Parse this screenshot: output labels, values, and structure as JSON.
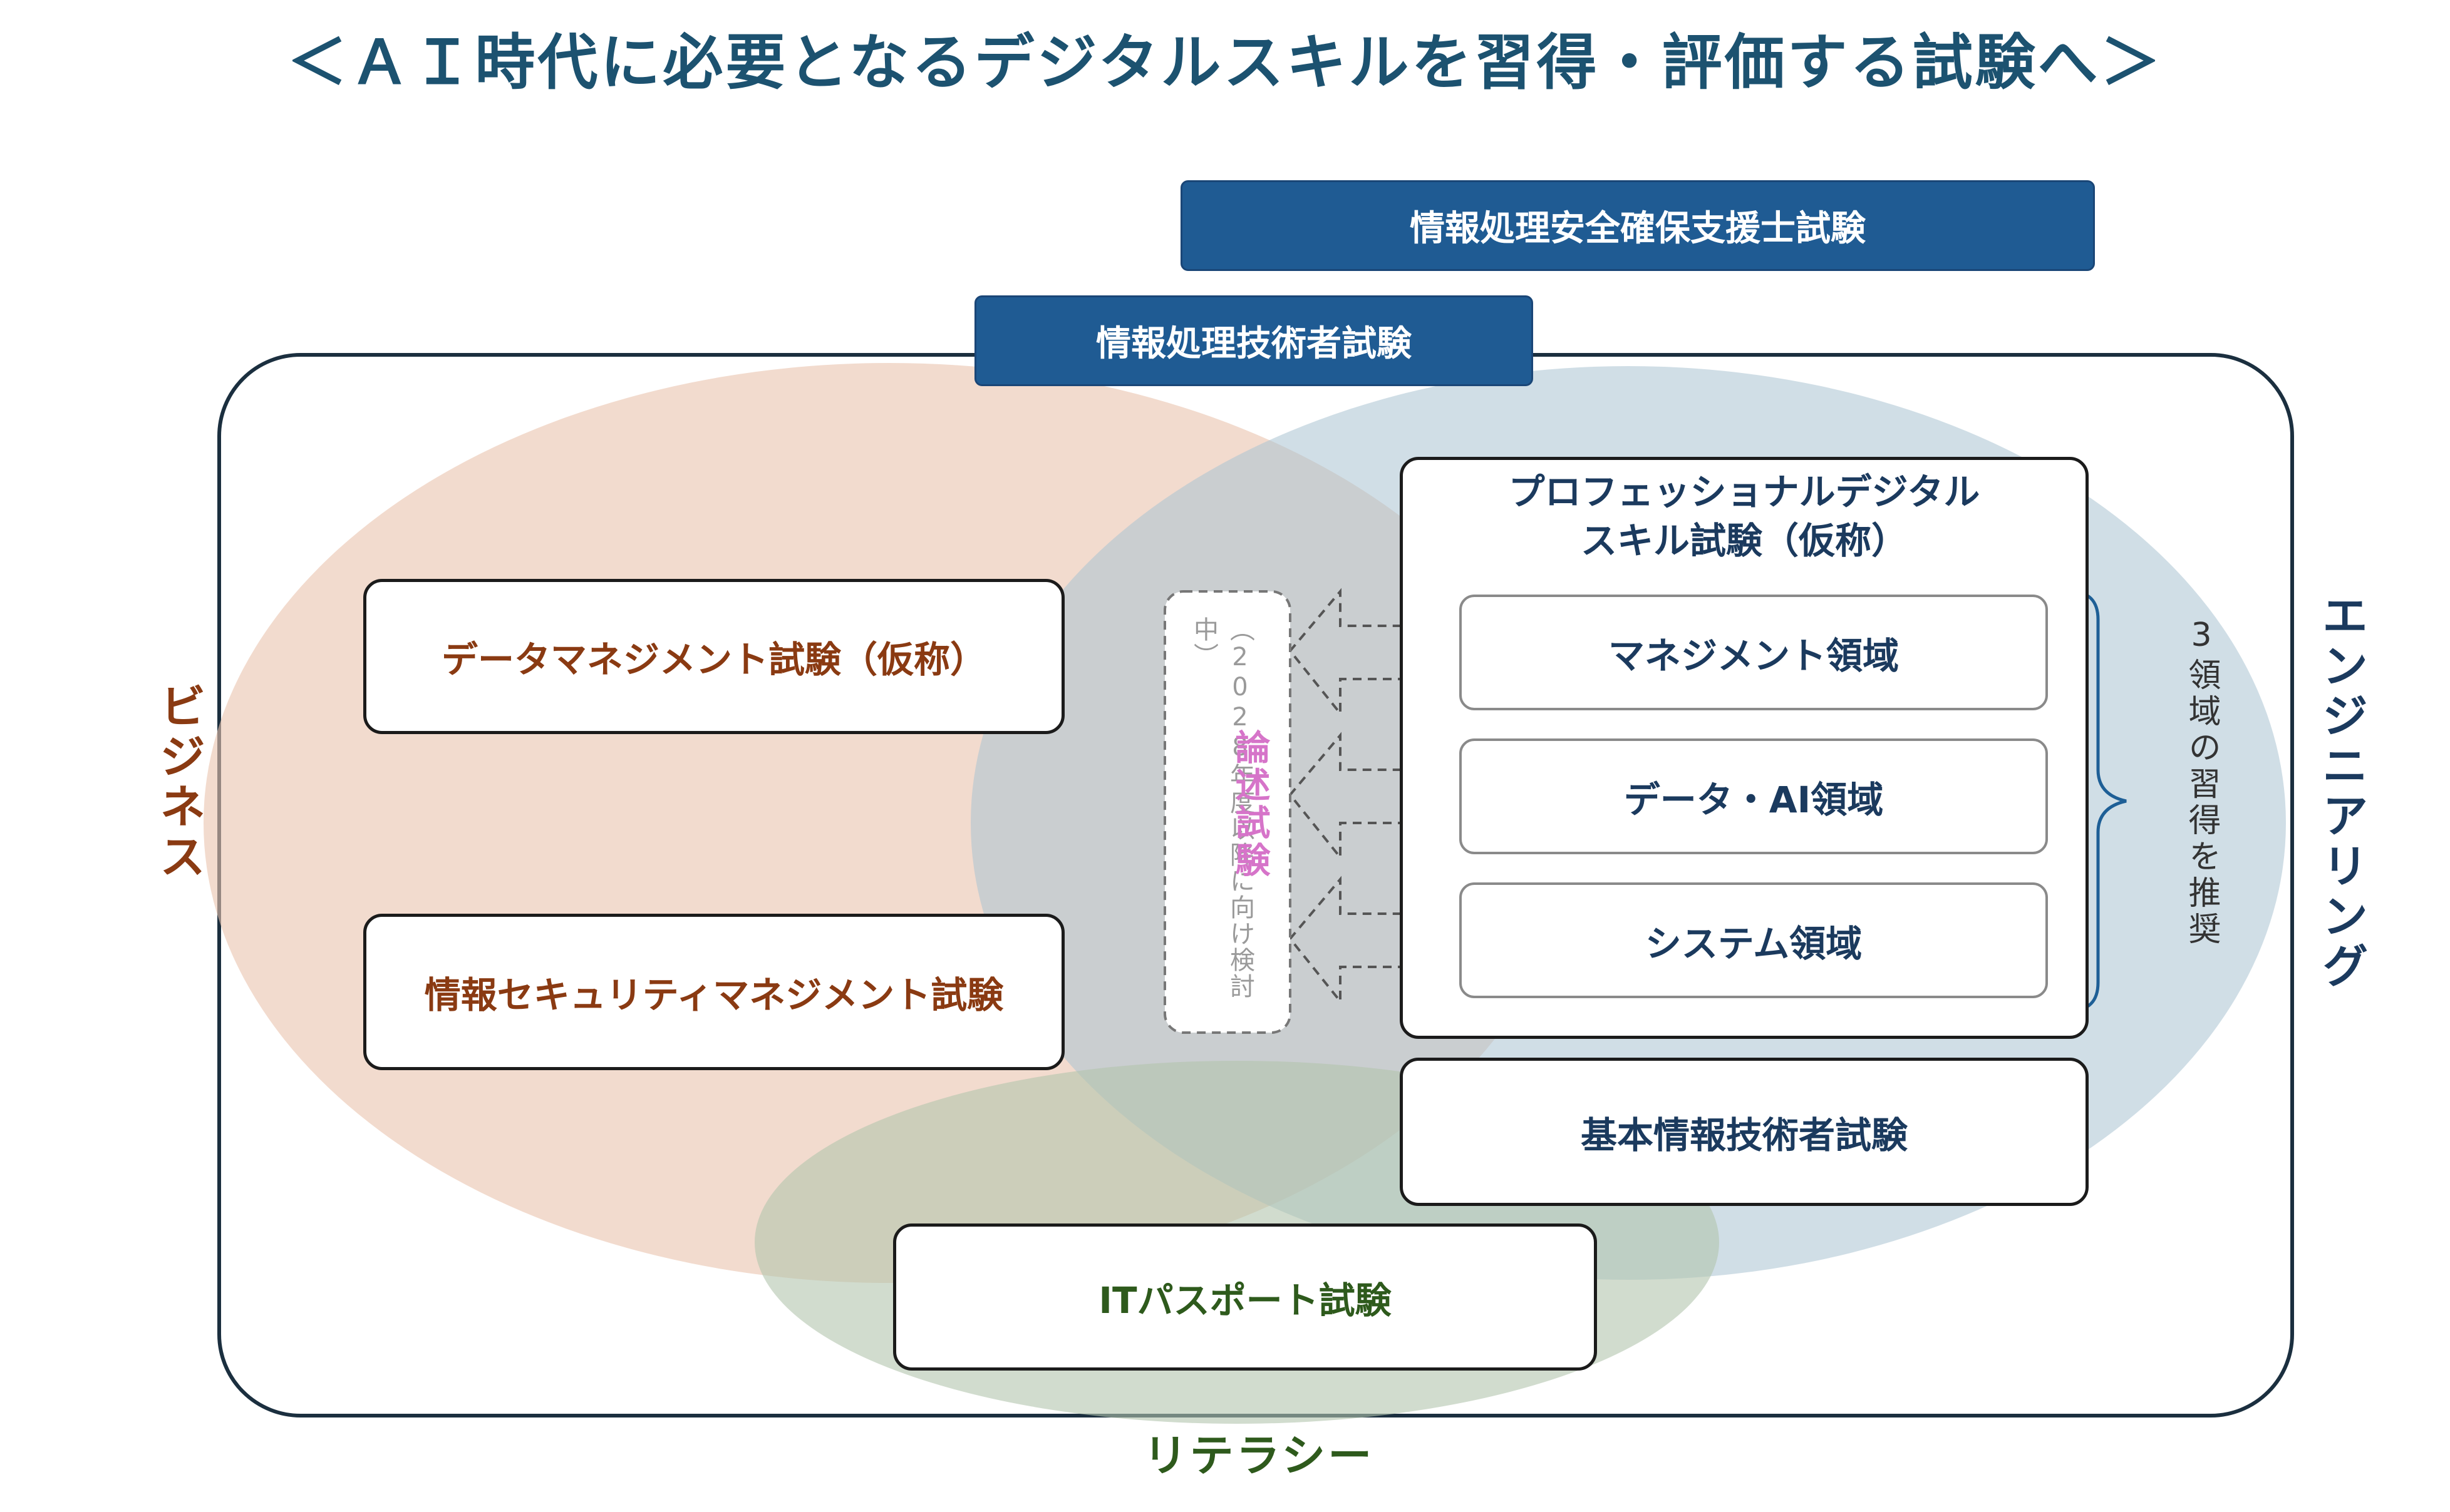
{
  "title": "＜ＡＩ時代に必要となるデジタルスキルを習得・評価する試験へ＞",
  "top_bars": {
    "safety": "情報処理安全確保支援士試験",
    "tech": "情報処理技術者試験"
  },
  "areas": {
    "business": "ビジネス",
    "engineering": "エンジニアリング",
    "literacy": "リテラシー"
  },
  "exams": {
    "data_mgmt": "データマネジメント試験（仮称）",
    "sec_mgmt": "情報セキュリティマネジメント試験",
    "professional_line1": "プロフェッショナルデジタル",
    "professional_line2": "スキル試験（仮称）",
    "fundamental": "基本情報技術者試験",
    "it_passport": "ITパスポート試験"
  },
  "domains": [
    {
      "label": "マネジメント領域"
    },
    {
      "label": "データ・AI領域"
    },
    {
      "label": "システム領域"
    }
  ],
  "recommend_note": "3領域の習得を推奨",
  "essay": {
    "title": "論述試験",
    "note": "（2028年度以降に向け検討中）"
  },
  "colors": {
    "title": "#1c5270",
    "navy_bar": "#1f5b93",
    "business": "#8a3a12",
    "engineering": "#1b3a5e",
    "literacy": "#2e5a1c",
    "essay": "#d674c9",
    "business_ellipse": "#ecc8b4",
    "engineering_ellipse": "#b8cdd9",
    "literacy_ellipse": "#c5d2c0"
  }
}
